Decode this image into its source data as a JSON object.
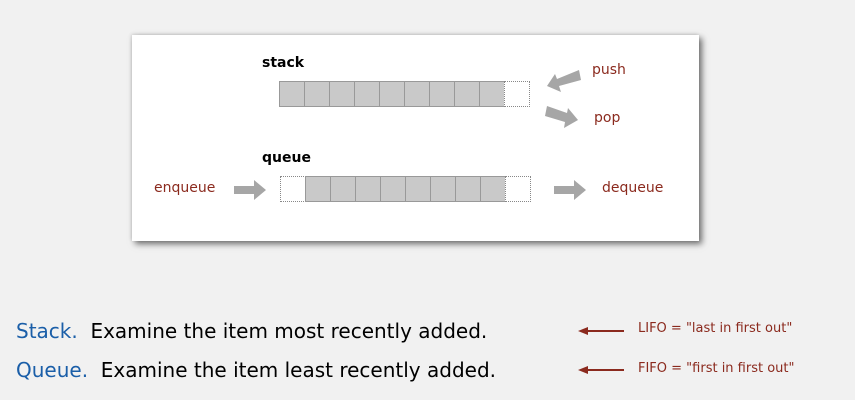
{
  "diagram": {
    "stack": {
      "title": "stack",
      "cells_filled": 9,
      "cells_empty": 1,
      "push_label": "push",
      "pop_label": "pop"
    },
    "queue": {
      "title": "queue",
      "cells_filled": 8,
      "cells_empty_front": 1,
      "cells_empty_back": 1,
      "enqueue_label": "enqueue",
      "dequeue_label": "dequeue"
    },
    "colors": {
      "cell_fill": "#c9c9c9",
      "arrow": "#a6a6a6",
      "op_label": "#8b2a1e",
      "keyword": "#1a5ea8"
    }
  },
  "definitions": [
    {
      "keyword": "Stack.",
      "text": "Examine the item most recently added.",
      "note": "LIFO = \"last in first out\""
    },
    {
      "keyword": "Queue.",
      "text": "Examine the item least recently added.",
      "note": "FIFO = \"first in first out\""
    }
  ]
}
